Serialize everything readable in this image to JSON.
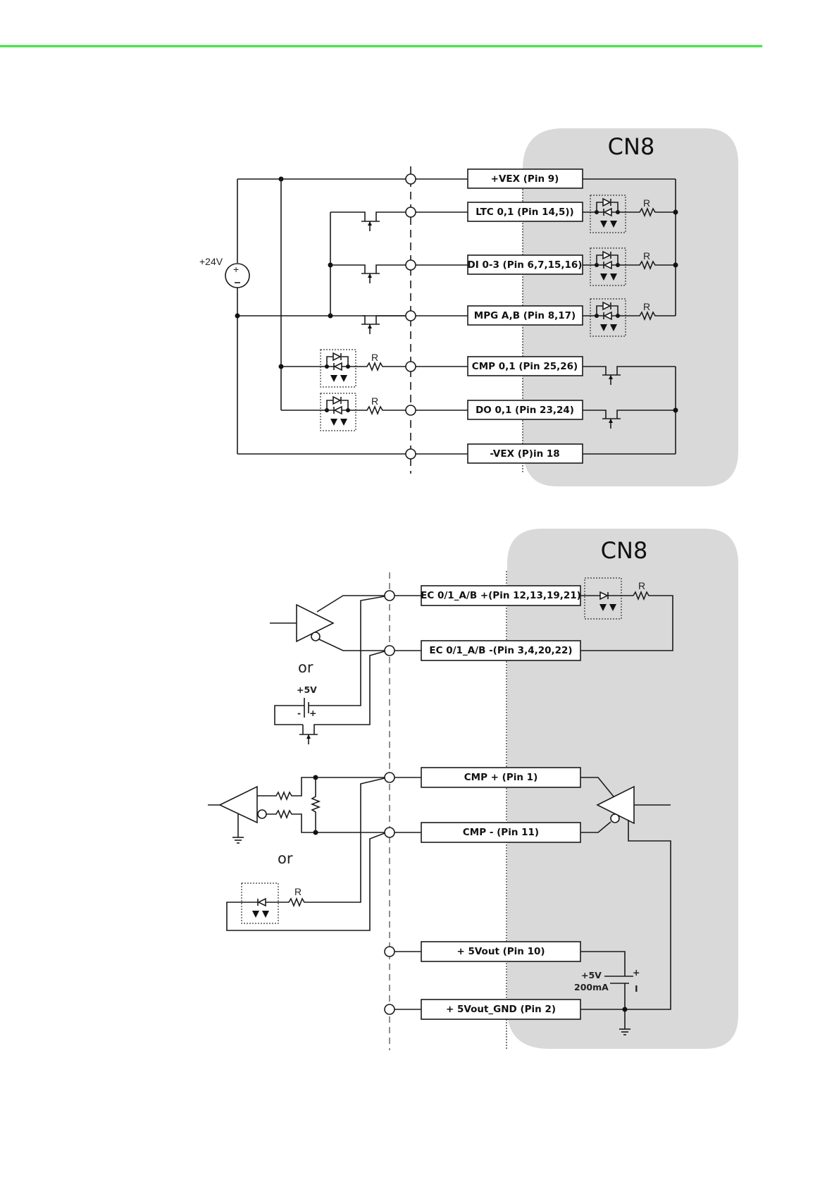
{
  "page": {
    "header_rule_color": "#4ee04e",
    "connector_background_color": "#d9d9d9"
  },
  "diagram_top": {
    "connector_title": "CN8",
    "supply_label": "+24V",
    "resistor_label": "R",
    "pins": {
      "vex_plus": "+VEX (Pin 9)",
      "ltc": "LTC 0,1 (Pin 14,5))",
      "di": "DI 0-3 (Pin 6,7,15,16)",
      "mpg": "MPG A,B (Pin 8,17)",
      "cmp": "CMP 0,1 (Pin 25,26)",
      "do": "DO 0,1 (Pin 23,24)",
      "vex_minus": "-VEX (P)in 18"
    }
  },
  "diagram_bottom": {
    "connector_title": "CN8",
    "or_label_1": "or",
    "or_label_2": "or",
    "battery_label": "+5V",
    "battery_minus": "-",
    "battery_plus": "+",
    "resistor_label": "R",
    "supply_label_1": "+5V",
    "supply_label_2": "200mA",
    "supply_plus": "+",
    "supply_minus": "I",
    "pins": {
      "ec_plus": "EC 0/1_A/B +(Pin 12,13,19,21)",
      "ec_minus": "EC 0/1_A/B -(Pin 3,4,20,22)",
      "cmp_plus": "CMP + (Pin 1)",
      "cmp_minus": "CMP - (Pin 11)",
      "vout": "+ 5Vout (Pin 10)",
      "vout_gnd": "+ 5Vout_GND (Pin 2)"
    }
  }
}
